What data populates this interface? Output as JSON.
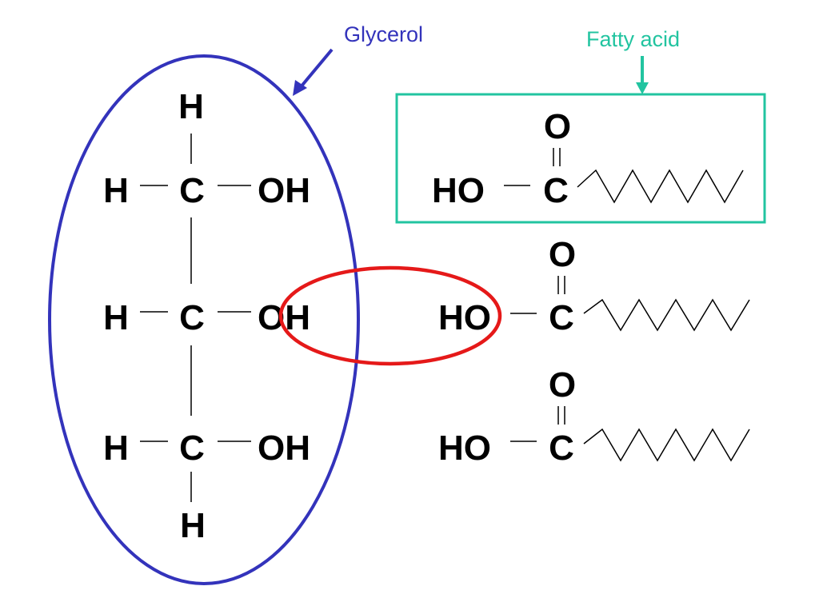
{
  "labels": {
    "glycerol": "Glycerol",
    "fatty_acid": "Fatty acid"
  },
  "glycerol": {
    "top_h": "H",
    "bottom_h": "H",
    "rows": [
      {
        "left": "H",
        "center": "C",
        "right": "OH"
      },
      {
        "left": "H",
        "center": "C",
        "right": "OH"
      },
      {
        "left": "H",
        "center": "C",
        "right": "OH"
      }
    ]
  },
  "fatty_acids": [
    {
      "carbonyl_o": "O",
      "hydroxyl": "HO",
      "carbon": "C"
    },
    {
      "carbonyl_o": "O",
      "hydroxyl": "HO",
      "carbon": "C"
    },
    {
      "carbonyl_o": "O",
      "hydroxyl": "HO",
      "carbon": "C"
    }
  ],
  "colors": {
    "glycerol": "#3333bb",
    "fatty_acid": "#22c4a0",
    "highlight": "#e51919",
    "ink": "#000000"
  }
}
